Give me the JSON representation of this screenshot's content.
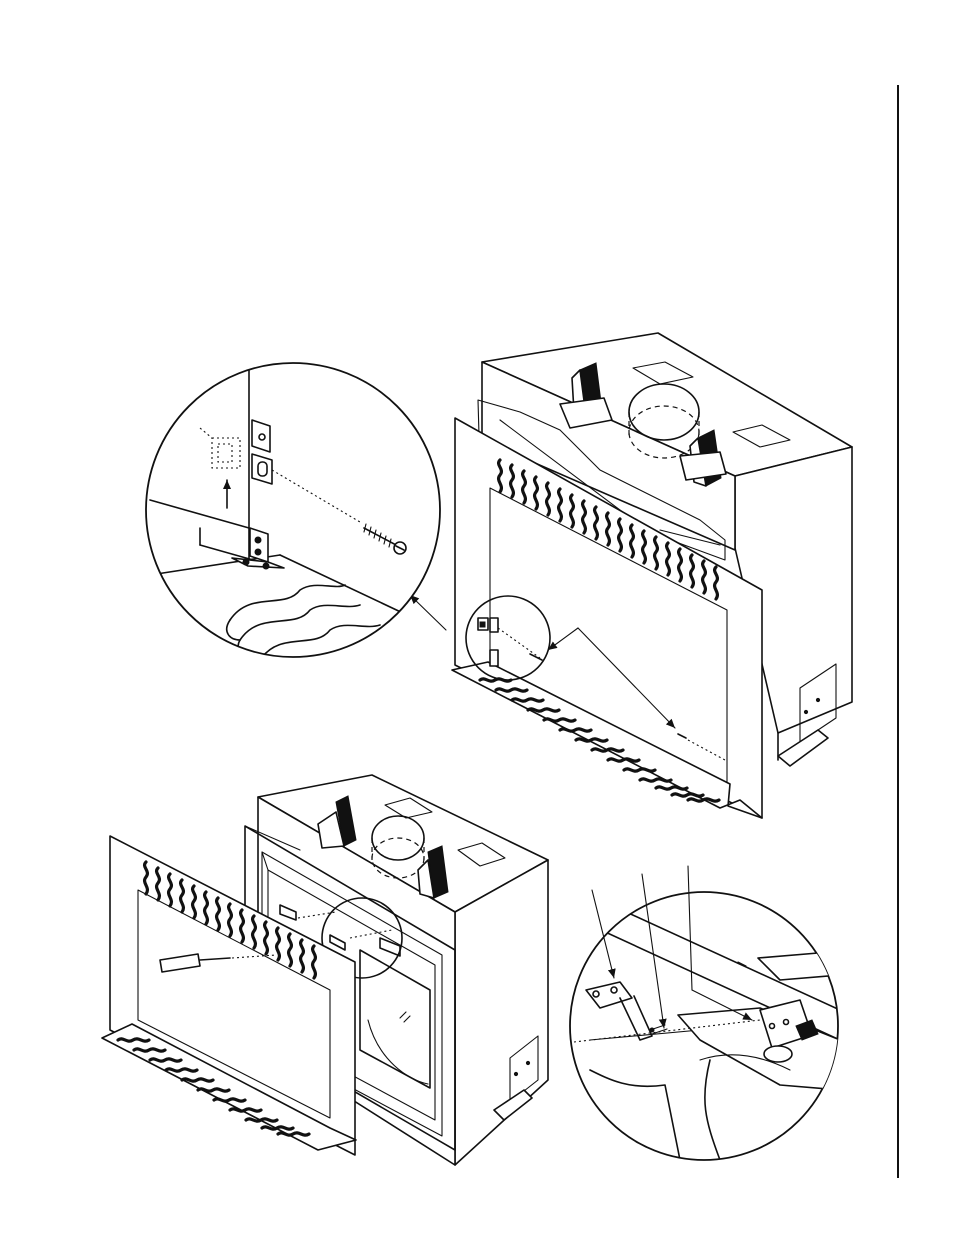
{
  "page": {
    "colors": {
      "background": "#ffffff",
      "ink": "#111111"
    }
  },
  "figures": [
    {
      "id": "fireplace-top",
      "description_icon": "fireplace-isometric-icon"
    },
    {
      "id": "detail-circle-bracket",
      "description_icon": "zoom-detail-icon"
    },
    {
      "id": "fireplace-bottom",
      "description_icon": "fireplace-isometric-icon"
    },
    {
      "id": "detail-circle-latch",
      "description_icon": "zoom-detail-icon"
    }
  ]
}
